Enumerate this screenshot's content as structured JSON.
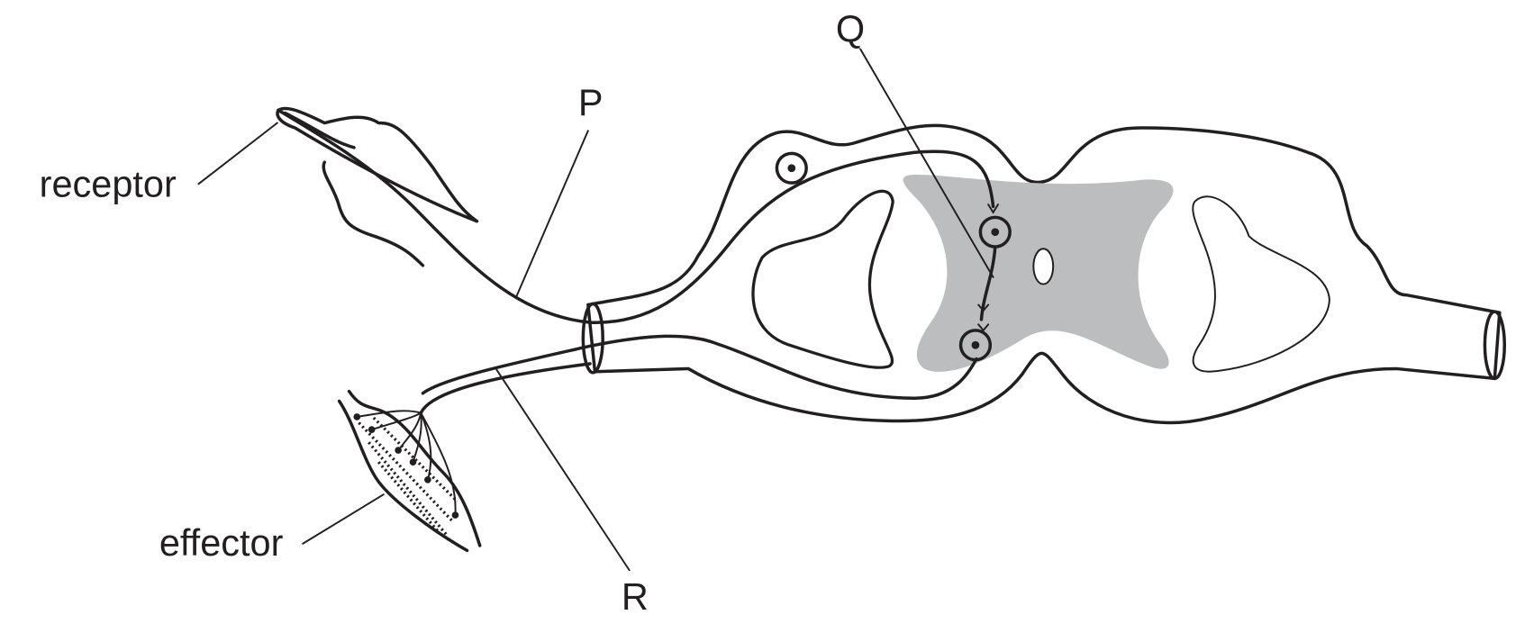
{
  "labels": {
    "receptor": "receptor",
    "effector": "effector",
    "P": "P",
    "Q": "Q",
    "R": "R"
  },
  "colors": {
    "grey_matter": "#bcbdbf",
    "ink": "#231f20"
  }
}
